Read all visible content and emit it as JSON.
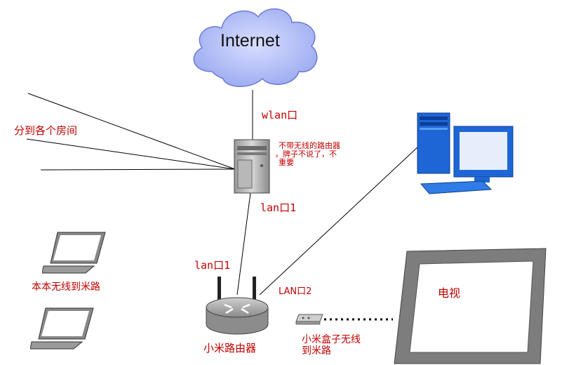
{
  "cloud": {
    "label": "Internet"
  },
  "labels": {
    "wlan_port": "wlan口",
    "rooms": "分到各个房间",
    "router_note_line1": "不带无线的路由器",
    "router_note_line2": "，牌子不说了，不",
    "router_note_line3": "重要",
    "lan_port_1_top": "lan口1",
    "lan_port_1_mi": "lan口1",
    "lan_port_2": "LAN口2",
    "laptop_note": "本本无线到米路",
    "mi_router": "小米路由器",
    "mibox_line1": "小米盒子无线",
    "mibox_line2": "到米路",
    "tv": "电视"
  },
  "colors": {
    "label": "#c00000",
    "line": "#000000",
    "cloud_fill": "#b9c6ff",
    "pc_blue": "#1e66d6",
    "tv_frame": "#7d7d7d"
  }
}
